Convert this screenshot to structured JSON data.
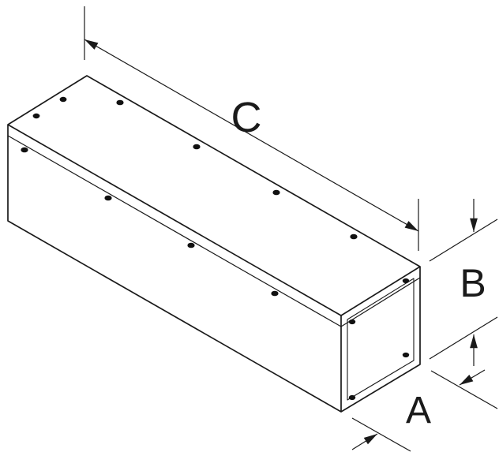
{
  "diagram": {
    "type": "technical-line-drawing",
    "subject": "isometric wireway enclosure with screw cover and open end",
    "dimension_labels": {
      "length": "C",
      "height": "B",
      "width": "A"
    },
    "colors": {
      "line": "#1a1a1a",
      "screw": "#111111",
      "label": "#1a1a1a",
      "background": "#ffffff"
    }
  }
}
